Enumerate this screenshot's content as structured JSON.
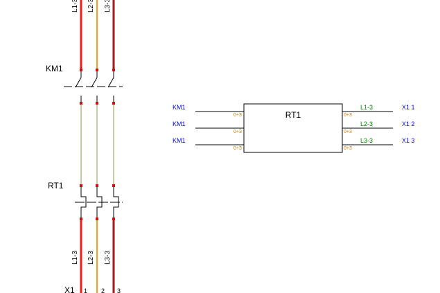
{
  "colors": {
    "phase1": "#ee1c16",
    "phase2": "#f0a020",
    "phase3": "#9e1b1f",
    "thin_wire": "#8a9a40",
    "node": "#cc1111",
    "black": "#000000",
    "blue_label": "#0000dd",
    "green_label": "#008000",
    "orange_label": "#e07800"
  },
  "schematic": {
    "top_wire_labels": [
      "L1-3",
      "L2-3",
      "L3-3"
    ],
    "contactor_label": "KM1",
    "relay_label": "RT1",
    "bottom_wire_labels": [
      "L1-3",
      "L2-3",
      "L3-3"
    ],
    "terminal_label": "X1",
    "terminal_numbers": [
      "1",
      "2",
      "3"
    ]
  },
  "block": {
    "title": "RT1",
    "inputs": [
      {
        "source": "KM1",
        "pin": "0+3"
      },
      {
        "source": "KM1",
        "pin": "0+3"
      },
      {
        "source": "KM1",
        "pin": "0+3"
      }
    ],
    "outputs": [
      {
        "wire": "L1-3",
        "pin": "0+3",
        "target": "X1 1"
      },
      {
        "wire": "L2-3",
        "pin": "0+3",
        "target": "X1 2"
      },
      {
        "wire": "L3-3",
        "pin": "0+3",
        "target": "X1 3"
      }
    ]
  }
}
